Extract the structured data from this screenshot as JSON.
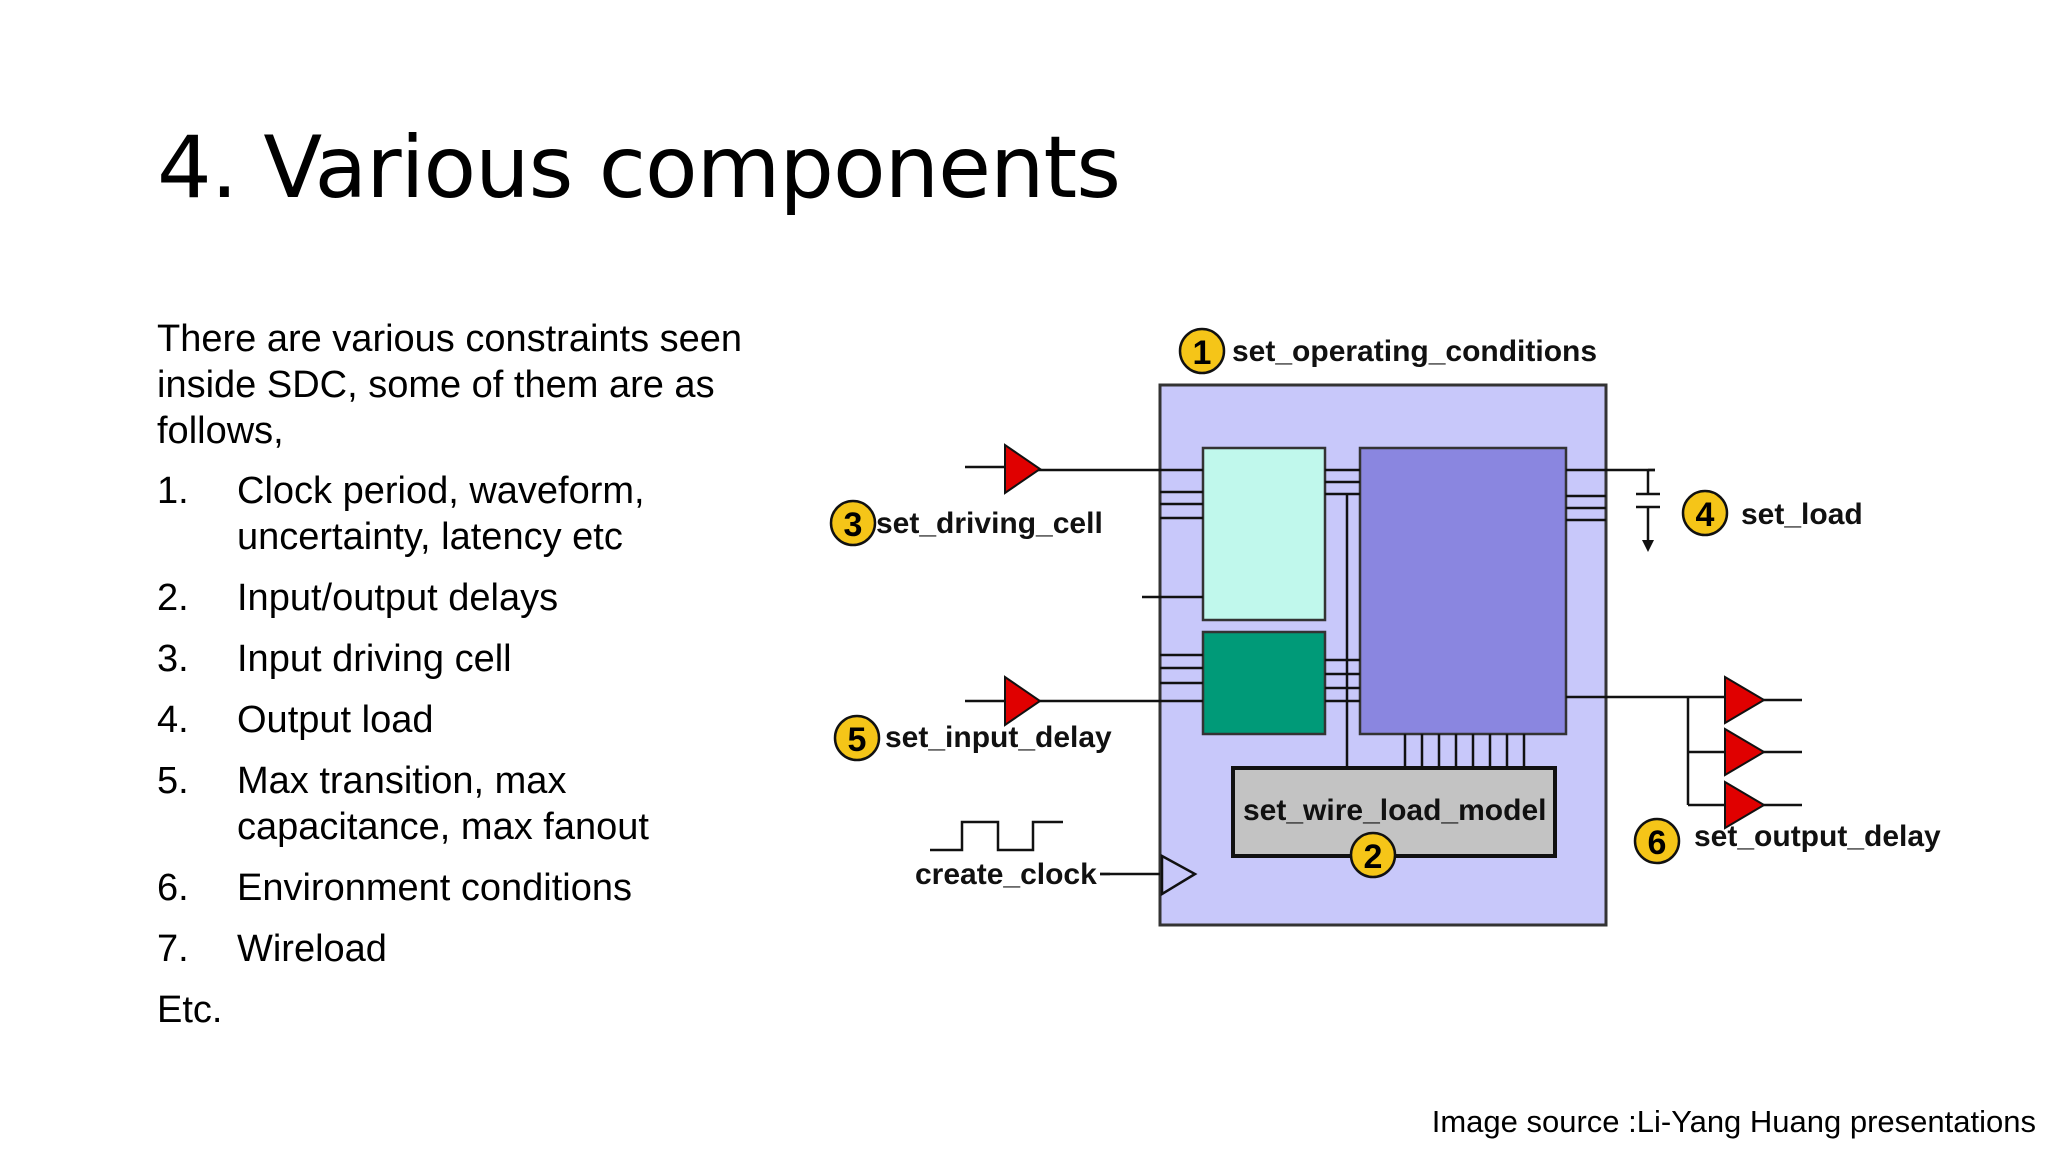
{
  "title": "4. Various components",
  "intro": "There are various constraints seen inside SDC, some of them are as follows,",
  "items": [
    {
      "num": "1.",
      "text": "Clock period, waveform, uncertainty, latency etc"
    },
    {
      "num": "2.",
      "text": "Input/output delays"
    },
    {
      "num": "3.",
      "text": "Input driving cell"
    },
    {
      "num": "4.",
      "text": "Output load"
    },
    {
      "num": "5.",
      "text": "Max transition, max capacitance, max fanout"
    },
    {
      "num": "6.",
      "text": "Environment conditions"
    },
    {
      "num": "7.",
      "text": "Wireload"
    }
  ],
  "closing": "Etc.",
  "diagram": {
    "set_operating_conditions": {
      "badge": "1",
      "label": "set_operating_conditions"
    },
    "set_wire_load_model": {
      "badge": "2",
      "label": "set_wire_load_model"
    },
    "set_driving_cell": {
      "badge": "3",
      "label": "set_driving_cell"
    },
    "set_load": {
      "badge": "4",
      "label": "set_load"
    },
    "set_input_delay": {
      "badge": "5",
      "label": "set_input_delay"
    },
    "set_output_delay": {
      "badge": "6",
      "label": "set_output_delay"
    },
    "create_clock": {
      "label": "create_clock"
    },
    "colors": {
      "chip": "#c8c8fa",
      "block_top_left": "#c0f8ec",
      "block_bottom_left": "#009a78",
      "block_right": "#8a86e0",
      "wire_load": "#c3c3c3",
      "badge": "#f5c518",
      "buffer": "#e00000"
    }
  },
  "source": "Image source :Li-Yang Huang presentations"
}
